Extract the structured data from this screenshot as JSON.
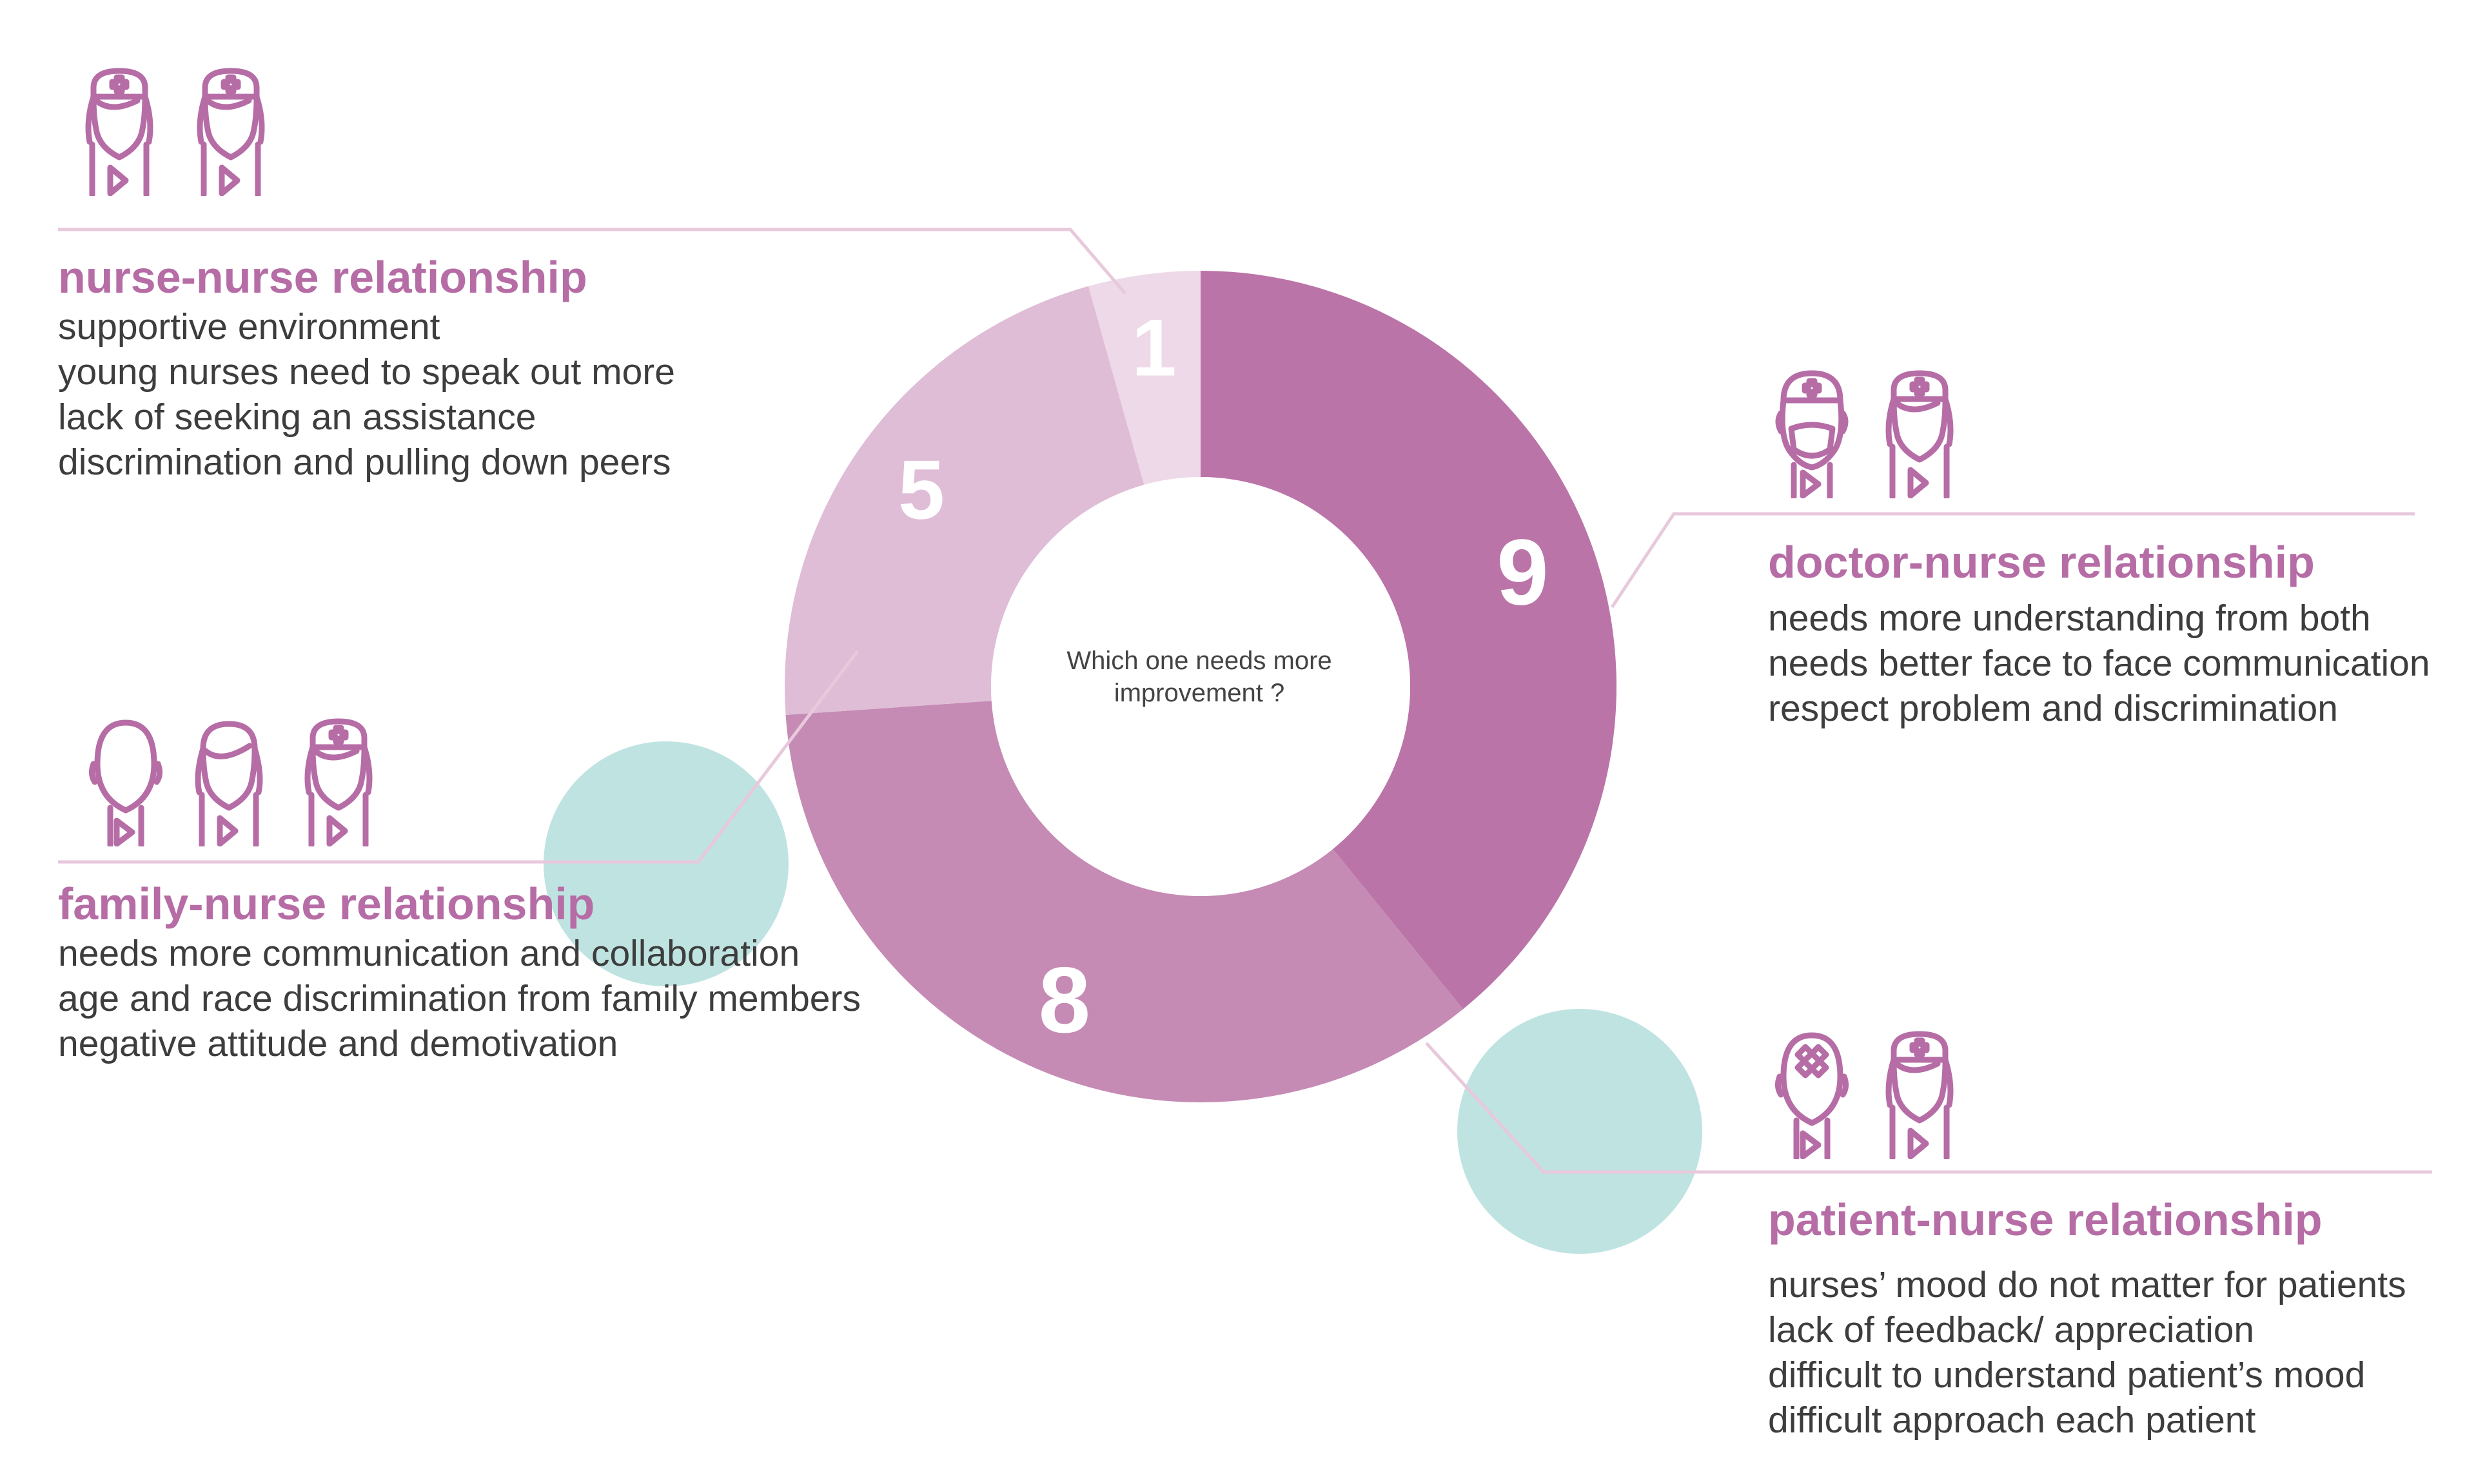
{
  "colors": {
    "title": "#b66da6",
    "text": "#3d3d3d",
    "icon": "#b66da6",
    "connector": "#e8c9dc",
    "teal": "#bfe3e1",
    "slice_doctor": "#bb74a8",
    "slice_family": "#c58bb4",
    "slice_patient": "#dfbdd6",
    "slice_nurse": "#eed9e8",
    "label_on_slice": "#ffffff"
  },
  "chart_data": {
    "type": "pie",
    "donut": true,
    "title": "Which one needs more improvement ?",
    "start_angle_deg": 0,
    "direction": "clockwise",
    "slices": [
      {
        "label": "9",
        "value": 9,
        "color": "#bb74a8"
      },
      {
        "label": "8",
        "value": 8,
        "color": "#c58bb4"
      },
      {
        "label": "5",
        "value": 5,
        "color": "#dfbdd6"
      },
      {
        "label": "1",
        "value": 1,
        "color": "#eed9e8"
      }
    ]
  },
  "sections": {
    "nurse": {
      "title": "nurse-nurse relationship",
      "icons": [
        "nurse-icon",
        "nurse-icon"
      ],
      "lines": [
        "supportive environment",
        "young nurses need to speak out more",
        "lack of seeking an assistance",
        "discrimination and pulling down peers"
      ]
    },
    "doctor": {
      "title": "doctor-nurse relationship",
      "icons": [
        "doctor-icon",
        "nurse-icon"
      ],
      "lines": [
        "needs more understanding from both",
        "needs better face to face communication",
        "respect problem and discrimination"
      ]
    },
    "family": {
      "title": "family-nurse relationship",
      "icons": [
        "man-icon",
        "woman-icon",
        "nurse-icon"
      ],
      "lines": [
        "needs more communication and collaboration",
        "age and race discrimination from family members",
        "negative attitude and demotivation"
      ]
    },
    "patient": {
      "title": "patient-nurse relationship",
      "icons": [
        "patient-icon",
        "nurse-icon"
      ],
      "lines": [
        "nurses’ mood do not matter for patients",
        "lack of feedback/ appreciation",
        "difficult to understand patient’s mood",
        "difficult approach each patient"
      ]
    }
  }
}
